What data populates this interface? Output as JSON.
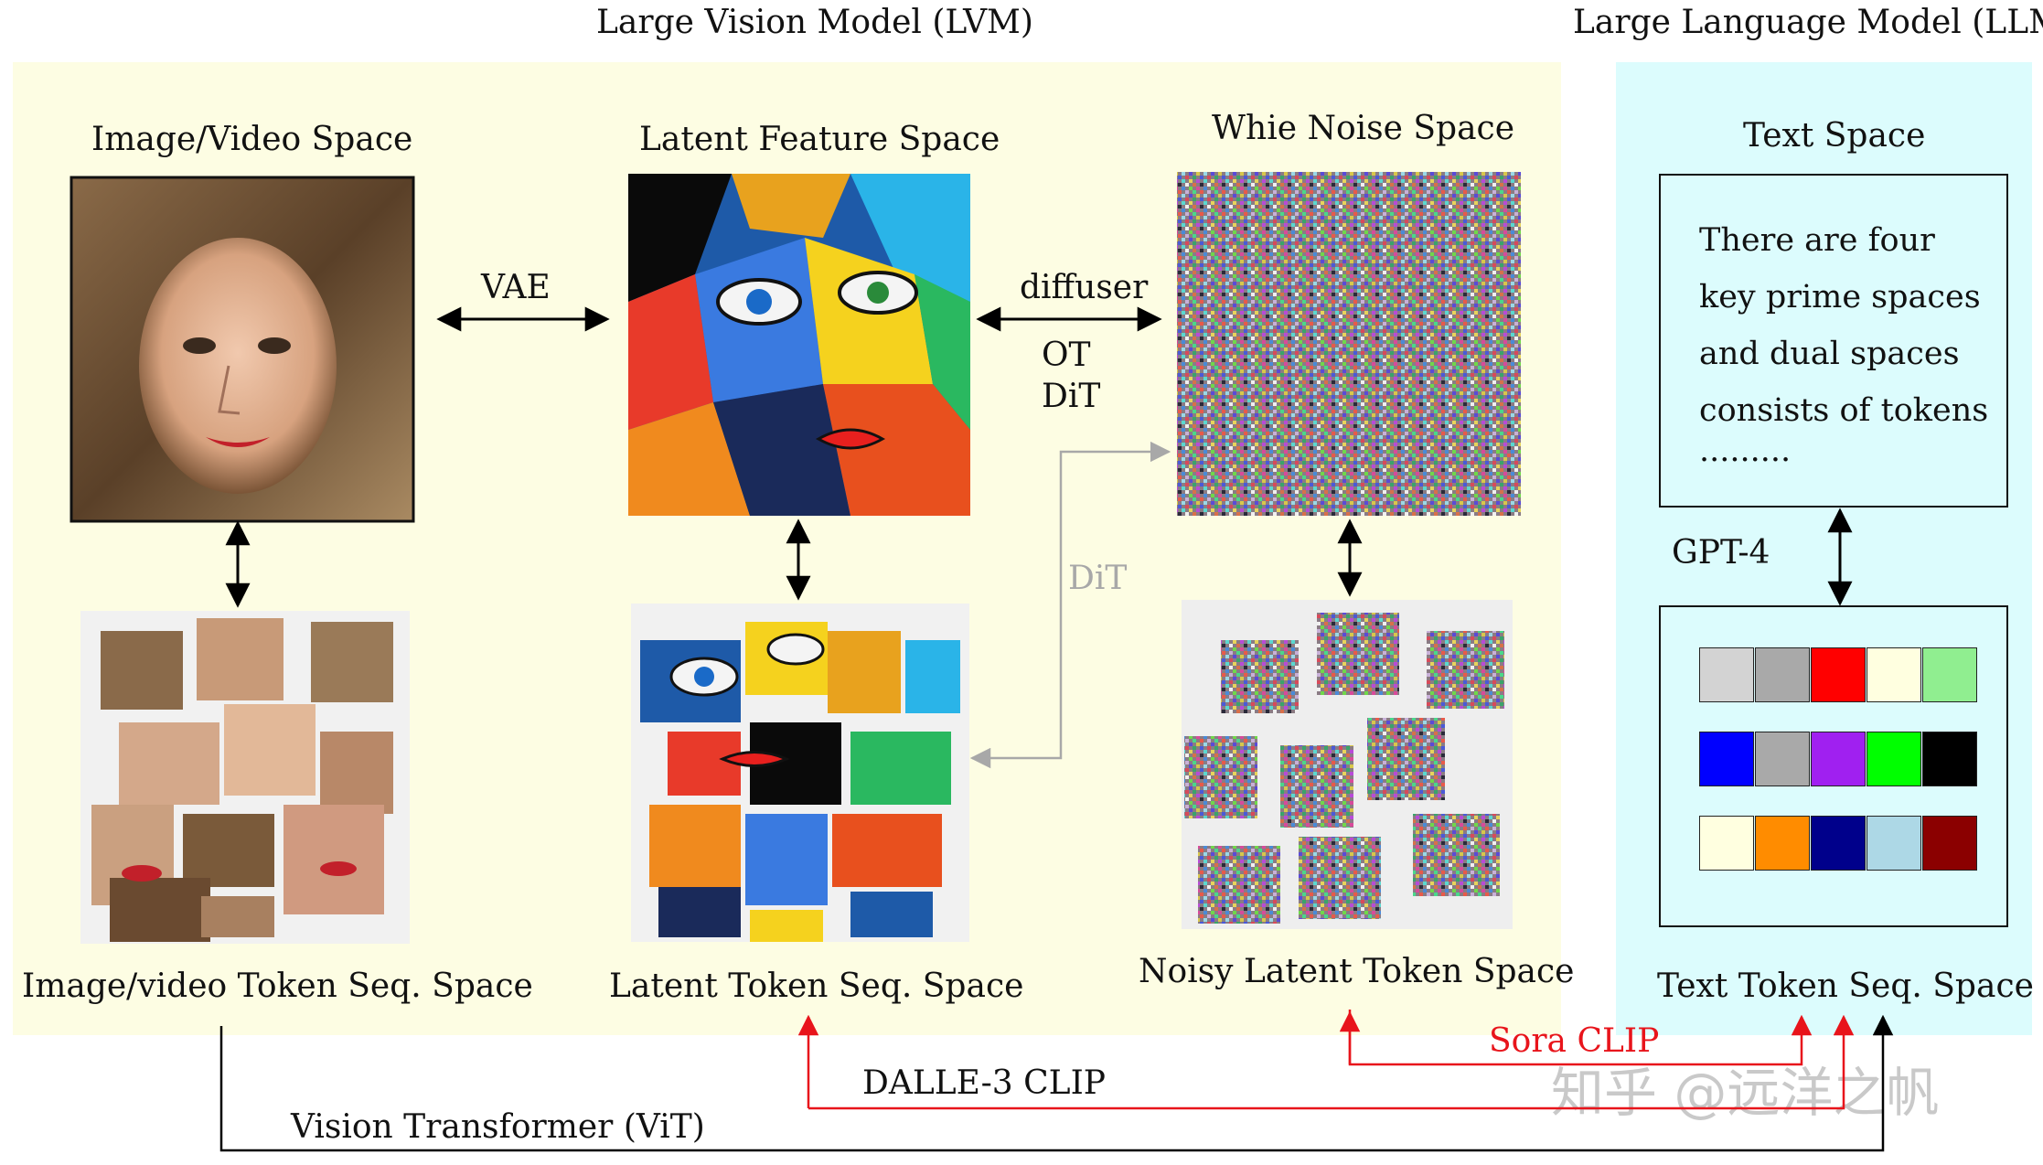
{
  "headers": {
    "lvm": "Large Vision Model (LVM)",
    "llm": "Large Language Model (LLM)"
  },
  "spaces": {
    "image_video": "Image/Video Space",
    "latent_feature": "Latent Feature Space",
    "white_noise": "Whie Noise Space",
    "text": "Text Space",
    "image_token_seq": "Image/video Token Seq. Space",
    "latent_token_seq": "Latent Token Seq. Space",
    "noisy_latent_token": "Noisy Latent Token Space",
    "text_token_seq": "Text Token Seq. Space"
  },
  "edges": {
    "vae": "VAE",
    "diffuser": "diffuser",
    "ot": "OT",
    "dit": "DiT",
    "dit_gray": "DiT",
    "gpt4": "GPT-4",
    "sora_clip": "Sora CLIP",
    "dalle_clip": "DALLE-3 CLIP",
    "vit": "Vision Transformer (ViT)"
  },
  "text_space_lines": [
    "There are four",
    "key prime spaces",
    "and dual spaces",
    "consists of tokens",
    "........."
  ],
  "token_grid_colors": [
    [
      "#d3d3d3",
      "#a9a9a9",
      "#ff0000",
      "#ffffe0",
      "#90ee90"
    ],
    [
      "#0000ff",
      "#a9a9a9",
      "#a020f0",
      "#00ff00",
      "#000000"
    ],
    [
      "#ffffe0",
      "#ff8c00",
      "#00008b",
      "#add8e6",
      "#8b0000"
    ]
  ],
  "watermark": "知乎 @远洋之帆",
  "colors": {
    "lvm_panel": "#fdfde3",
    "llm_panel": "#dcfcfd",
    "red_arrow": "#e8141b",
    "gray_arrow": "#a8a8a8"
  },
  "icons": [
    "face-photo",
    "cubist-painting",
    "noise-image",
    "puzzle-pieces"
  ]
}
